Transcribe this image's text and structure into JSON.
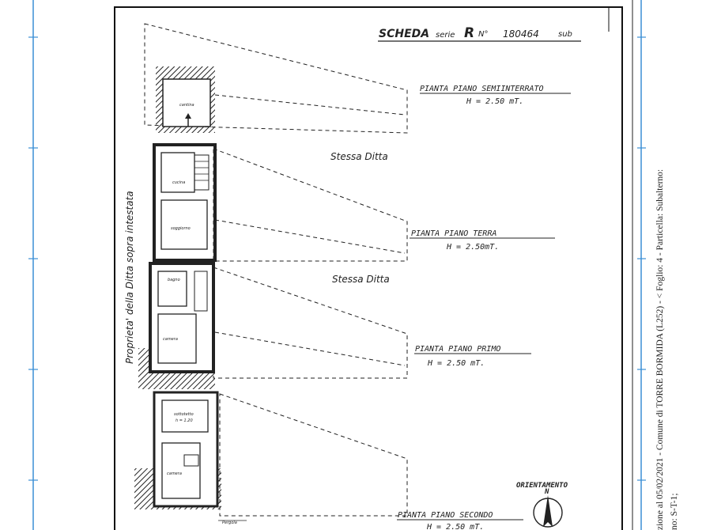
{
  "header": {
    "scheda": "SCHEDA",
    "serie_label": "serie",
    "serie_value": "R",
    "numero_label": "N°",
    "numero_value": "180464",
    "sub_label": "sub"
  },
  "floors": [
    {
      "title": "PIANTA PIANO SEMIINTERRATO",
      "height": "H = 2.50 mT."
    },
    {
      "title": "PIANTA PIANO TERRA",
      "height": "H = 2.50mT."
    },
    {
      "title": "PIANTA PIANO PRIMO",
      "height": "H = 2.50 mT."
    },
    {
      "title": "PIANTA PIANO SECONDO",
      "height": "H = 2.50 mT."
    }
  ],
  "stessa_ditta": [
    "Stessa Ditta",
    "Stessa Ditta"
  ],
  "vertical_note": "Proprieta' della Ditta sopra intestata",
  "orientamento": "ORIENTAMENTO",
  "north_letter": "N",
  "room_labels": {
    "cantina": "cantina",
    "cucina": "cucina",
    "soggiorno": "soggiorno",
    "bagno": "bagno",
    "camera": "camera",
    "sottotetto": "sottotetto",
    "sottotetto_h": "h = 1.20",
    "camera2": "camera",
    "pergola": "Pergola"
  },
  "side_strip": {
    "line1": "zione al 05/02/2021 - Comune di TORRE BORMIDA (L252) - < Foglio: 4 - Particella: Subalterno:",
    "line2": "no: S-T-1;"
  },
  "colors": {
    "ink": "#1a1a1a",
    "blue_frame": "#3b8fd6"
  }
}
